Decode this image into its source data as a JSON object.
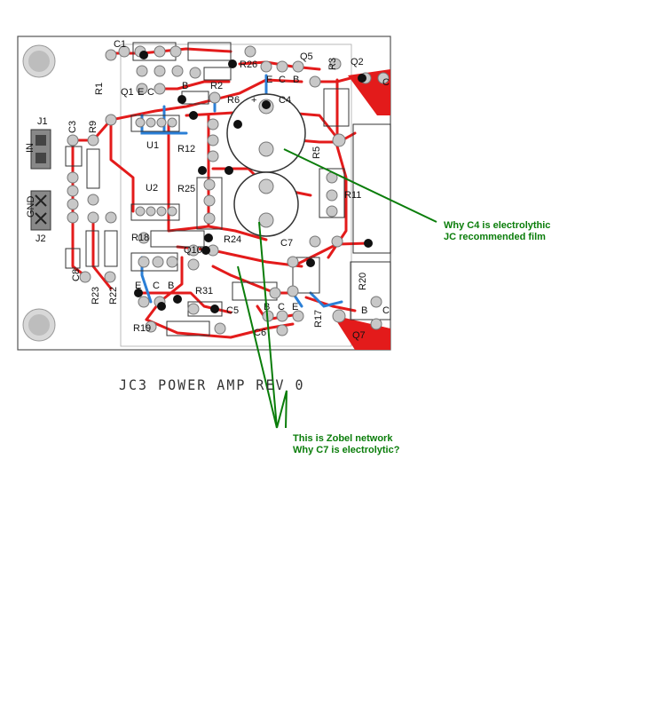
{
  "board_title": "JC3 POWER AMP REV 0",
  "annotations": {
    "c4_note": [
      "Why C4 is electrolythic",
      "JC recommended film"
    ],
    "zobel_note": [
      "This is Zobel network",
      "Why C7 is electrolytic?"
    ]
  },
  "components": {
    "C1": "C1",
    "R1": "R1",
    "Q1": "Q1",
    "U1": "U1",
    "U2": "U2",
    "C3": "C3",
    "R9": "R9",
    "J1": "J1",
    "J2": "J2",
    "IN": "IN",
    "GND": "GND",
    "C8": "C8",
    "R23": "R23",
    "R22": "R22",
    "R18": "R18",
    "Q10": "Q10",
    "R24": "R24",
    "R25": "R25",
    "R12": "R12",
    "R26": "R26",
    "R2": "R2",
    "R6": "R6",
    "Q5": "Q5",
    "R3": "R3",
    "Q2": "Q2",
    "C4": "C4",
    "R5": "R5",
    "R11": "R11",
    "C7": "C7",
    "R20": "R20",
    "R17": "R17",
    "Q7": "Q7",
    "R31": "R31",
    "C5": "C5",
    "C6": "C6",
    "R19": "R19"
  },
  "pin_labels": {
    "q1_e": "E",
    "q1_c": "C",
    "q1_b": "B",
    "q5_e": "E",
    "q5_c": "C",
    "q5_b": "B",
    "q10_e": "E",
    "q10_c": "C",
    "q10_b": "B",
    "q6_b": "B",
    "q6_c": "C",
    "q6_e": "E",
    "q7_b": "B",
    "plus": "+",
    "q2_c": "C",
    "q7_c": "C"
  },
  "colors": {
    "trace_red": "#e31b1b",
    "trace_blue": "#2b7fd6",
    "pad": "#c8c8c8",
    "annotation_green": "#0a7d0a",
    "board_fill": "#ffffff"
  }
}
